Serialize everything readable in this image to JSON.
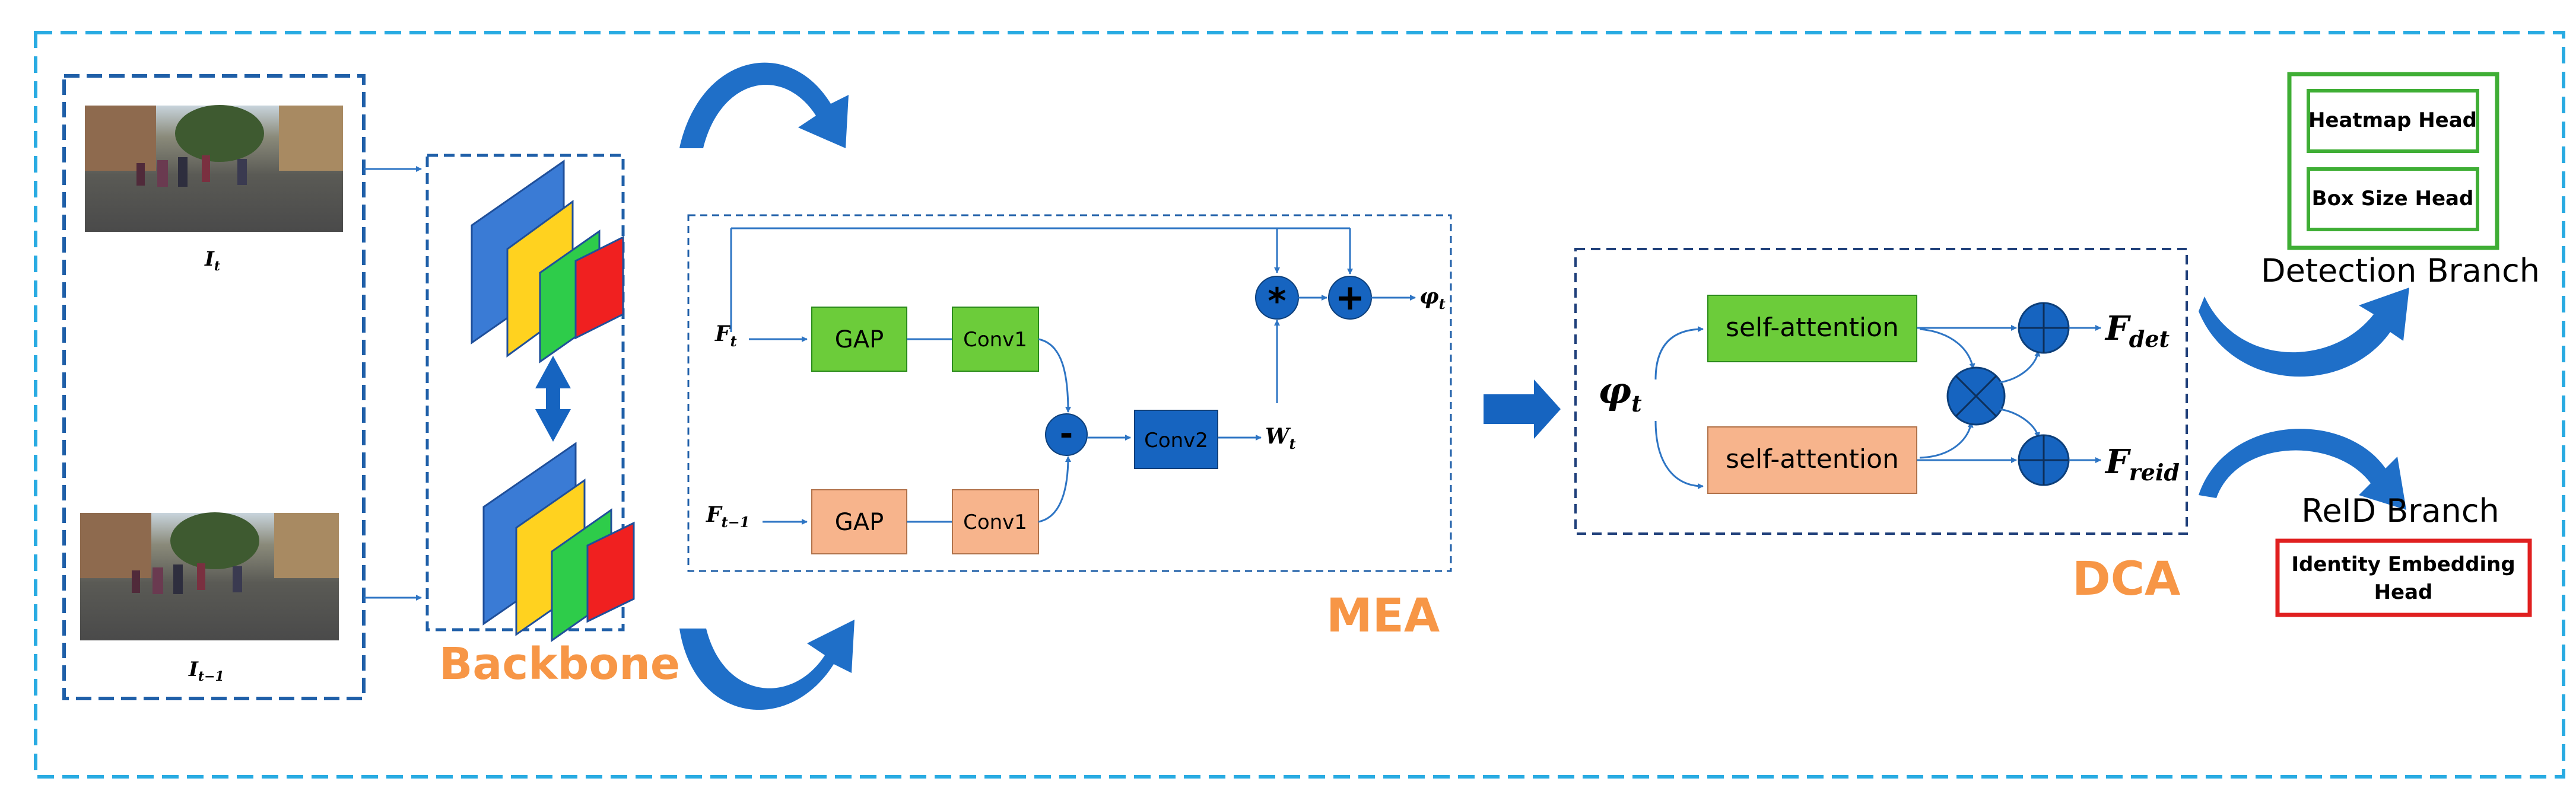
{
  "frames": {
    "input_t_caption": "I",
    "input_t_sub": "t",
    "input_t1_caption": "I",
    "input_t1_sub": "t−1",
    "backbone_label": "Backbone",
    "mea_label": "MEA",
    "dca_label": "DCA"
  },
  "mea": {
    "ft_label": "F",
    "ft_sub": "t",
    "ft1_label": "F",
    "ft1_sub": "t−1",
    "gap_top": "GAP",
    "conv1_top": "Conv1",
    "gap_bottom": "GAP",
    "conv1_bottom": "Conv1",
    "minus_op": "-",
    "conv2": "Conv2",
    "wt_label": "W",
    "wt_sub": "t",
    "mult_op": "*",
    "plus_op": "+",
    "phi_label": "φ",
    "phi_sub": "t"
  },
  "dca": {
    "phi_label": "φ",
    "phi_sub": "t",
    "attn_top": "self-attention",
    "attn_bottom": "self-attention",
    "fdet_label": "F",
    "fdet_sub": "det",
    "freid_label": "F",
    "freid_sub": "reid"
  },
  "heads": {
    "heatmap": "Heatmap Head",
    "boxsize": "Box Size Head",
    "detection_branch": "Detection Branch",
    "reid_branch": "ReID Branch",
    "identity_line1": "Identity Embedding",
    "identity_line2": "Head"
  },
  "colors": {
    "outer_frame": "#29abe2",
    "frame_blue": "#1f5fa8",
    "arrow_blue": "#2e75c4",
    "dark_blue": "#1664c0",
    "green": "#6ccc3a",
    "salmon": "#f7b48c",
    "orange_text": "#f79646",
    "head_green": "#3fae35",
    "head_red": "#e02020"
  }
}
